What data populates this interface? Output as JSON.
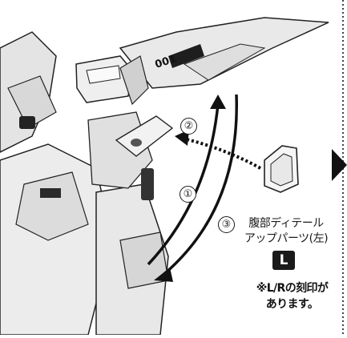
{
  "steps": [
    "①",
    "②",
    "③"
  ],
  "part": {
    "name_line1": "腹部ディテール",
    "name_line2": "アップパーツ(左)",
    "side_badge": "L"
  },
  "note": {
    "line1": "※L/Rの刻印が",
    "line2": "あります。"
  },
  "decal_text": "001",
  "colors": {
    "ink": "#1a1a1a",
    "panel": "#e6e6e6",
    "badge": "#1a1a1a"
  }
}
